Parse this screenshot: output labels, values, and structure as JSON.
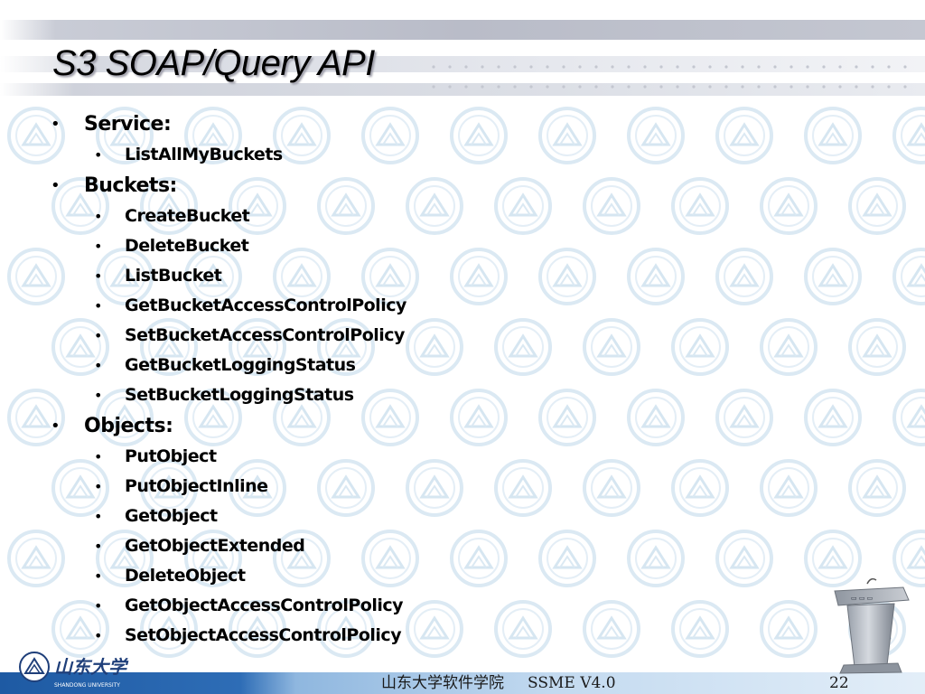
{
  "slide": {
    "title": "S3 SOAP/Query API",
    "bullets": [
      {
        "level": 1,
        "label": "Service:"
      },
      {
        "level": 2,
        "label": "ListAllMyBuckets"
      },
      {
        "level": 1,
        "label": "Buckets:"
      },
      {
        "level": 2,
        "label": "CreateBucket"
      },
      {
        "level": 2,
        "label": "DeleteBucket"
      },
      {
        "level": 2,
        "label": "ListBucket"
      },
      {
        "level": 2,
        "label": "GetBucketAccessControlPolicy"
      },
      {
        "level": 2,
        "label": "SetBucketAccessControlPolicy"
      },
      {
        "level": 2,
        "label": "GetBucketLoggingStatus"
      },
      {
        "level": 2,
        "label": "SetBucketLoggingStatus"
      },
      {
        "level": 1,
        "label": "Objects:"
      },
      {
        "level": 2,
        "label": "PutObject"
      },
      {
        "level": 2,
        "label": "PutObjectInline"
      },
      {
        "level": 2,
        "label": "GetObject"
      },
      {
        "level": 2,
        "label": "GetObjectExtended"
      },
      {
        "level": 2,
        "label": "DeleteObject"
      },
      {
        "level": 2,
        "label": "GetObjectAccessControlPolicy"
      },
      {
        "level": 2,
        "label": "SetObjectAccessControlPolicy"
      }
    ],
    "bullet_glyph": "•"
  },
  "footer": {
    "institution": "山东大学软件学院",
    "version": "SSME V4.0",
    "page_number": "22",
    "logo_text": "山东大学",
    "logo_subtext": "SHANDONG UNIVERSITY"
  },
  "colors": {
    "footer_bar_dark": "#1e5aa3",
    "footer_bar_light": "#e3eef8",
    "watermark": "#dbe9f3",
    "header_band": "#b9bcc8"
  },
  "icons": {
    "watermark": "university-seal-icon",
    "logo": "shandong-university-logo",
    "podium": "podium-icon"
  }
}
